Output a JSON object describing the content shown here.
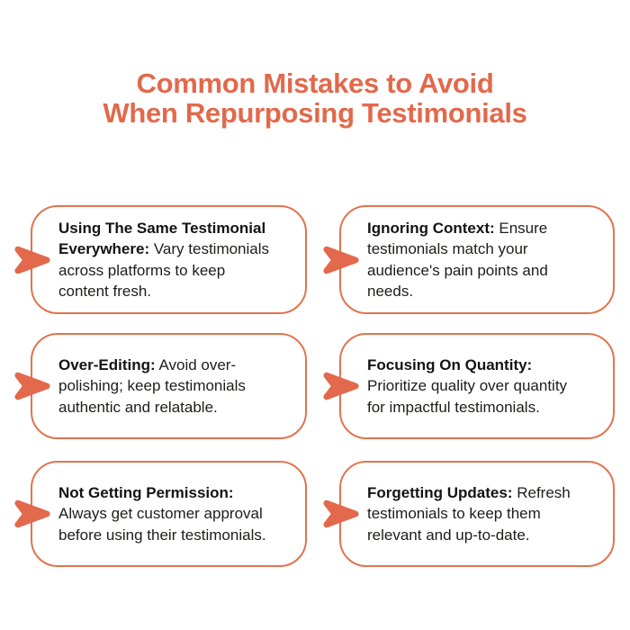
{
  "title": {
    "line1": "Common Mistakes to Avoid",
    "line2": "When Repurposing Testimonials"
  },
  "colors": {
    "accent_orange": "#E2694B",
    "card_border_orange": "#E0744F",
    "body_text": "#1D1D1B",
    "background": "#FFFFFF"
  },
  "icons": {
    "card_marker": "arrow-right-icon"
  },
  "cards": [
    {
      "heading": "Using The Same Testimonial Everywhere:",
      "body": "Vary testimonials across platforms to keep content fresh.",
      "lines": [
        {
          "bold": "Using The Same Testimonial"
        },
        {
          "bold": "Everywhere:",
          "text": " Vary testimonials"
        },
        {
          "text": "across platforms to keep"
        },
        {
          "text": "content fresh."
        }
      ]
    },
    {
      "heading": "Ignoring Context:",
      "body": "Ensure testimonials match your audience's pain points and needs.",
      "lines": [
        {
          "bold": "Ignoring Context:",
          "text": " Ensure"
        },
        {
          "text": "testimonials match your"
        },
        {
          "text": "audience's pain points and"
        },
        {
          "text": "needs."
        }
      ]
    },
    {
      "heading": "Over-Editing:",
      "body": "Avoid over-polishing; keep testimonials authentic and relatable.",
      "lines": [
        {
          "bold": "Over-Editing:",
          "text": " Avoid over-"
        },
        {
          "text": "polishing; keep testimonials"
        },
        {
          "text": "authentic and relatable."
        }
      ]
    },
    {
      "heading": "Focusing On Quantity:",
      "body": "Prioritize quality over quantity for impactful testimonials.",
      "lines": [
        {
          "bold": "Focusing On Quantity:"
        },
        {
          "text": "Prioritize quality over quantity"
        },
        {
          "text": "for impactful testimonials."
        }
      ]
    },
    {
      "heading": "Not Getting Permission:",
      "body": "Always get customer approval before using their testimonials.",
      "lines": [
        {
          "bold": "Not Getting Permission:"
        },
        {
          "text": "Always get customer approval"
        },
        {
          "text": "before using their testimonials."
        }
      ]
    },
    {
      "heading": "Forgetting Updates:",
      "body": "Refresh testimonials to keep them relevant and up-to-date.",
      "lines": [
        {
          "bold": "Forgetting Updates:",
          "text": " Refresh"
        },
        {
          "text": "testimonials to keep them"
        },
        {
          "text": "relevant and up-to-date."
        }
      ]
    }
  ]
}
